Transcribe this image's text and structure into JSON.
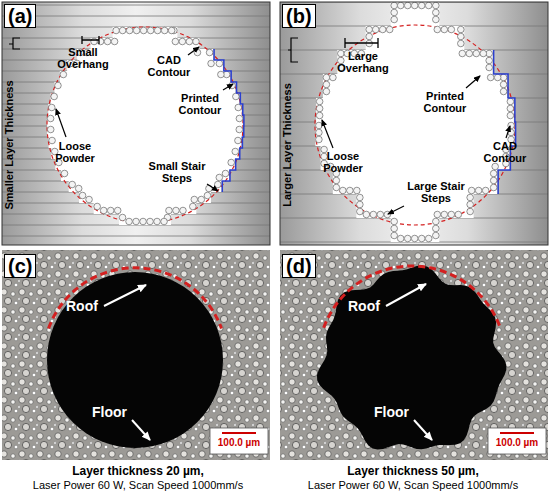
{
  "diagram": {
    "labels": [
      "(a)",
      "Small Overhang",
      "CAD Contour",
      "Printed Contour",
      "Loose Powder",
      "Small Stair Steps",
      "Smaller Layer Thickness",
      "(b)",
      "Large Overhang",
      "Printed Contour",
      "CAD Contour",
      "Loose Powder",
      "Large Stair Steps",
      "Larger Layer Thickness",
      "(c)",
      "Roof",
      "Floor",
      "100.0 µm",
      "(d)",
      "Roof",
      "Floor",
      "100.0 µm",
      "Layer thickness 20 µm,",
      "Laser Power 60 W, Scan Speed 1000mm/s",
      "Layer thickness 50 µm,",
      "Laser Power 60 W, Scan Speed 1000mm/s"
    ]
  }
}
